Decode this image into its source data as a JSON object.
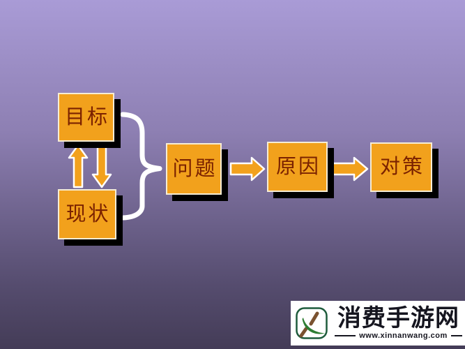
{
  "slide": {
    "diagram": {
      "goal": "目标",
      "current_state": "现状",
      "problem": "问题",
      "cause": "原因",
      "countermeasure": "对策",
      "connectors": {
        "between_goal_and_current": "up-arrow and down-arrow pair",
        "grouping": "right-curly-brace joining goal and current_state into problem",
        "problem_to_cause": "right-arrow",
        "cause_to_countermeasure": "right-arrow"
      }
    },
    "watermark": {
      "site_name": "消费手游网",
      "site_url": "www.xinnanwang.com",
      "logo_icon": "stick-and-leaf-logo-icon"
    },
    "colors": {
      "background_top": "#A99BD6",
      "background_bottom": "#443C57",
      "box_fill": "#F2A11C",
      "box_border": "#F6EDD5",
      "box_text": "#7B2200",
      "box_shadow": "#000000",
      "connector_outline": "#FFFFFF",
      "arrow_fill": "#F2A11C",
      "watermark_bg": "#FFFFFF",
      "watermark_text": "#15151F",
      "logo_green": "#1E5C3C",
      "logo_leaf": "#2E7D33",
      "logo_brown": "#7A5230"
    }
  }
}
